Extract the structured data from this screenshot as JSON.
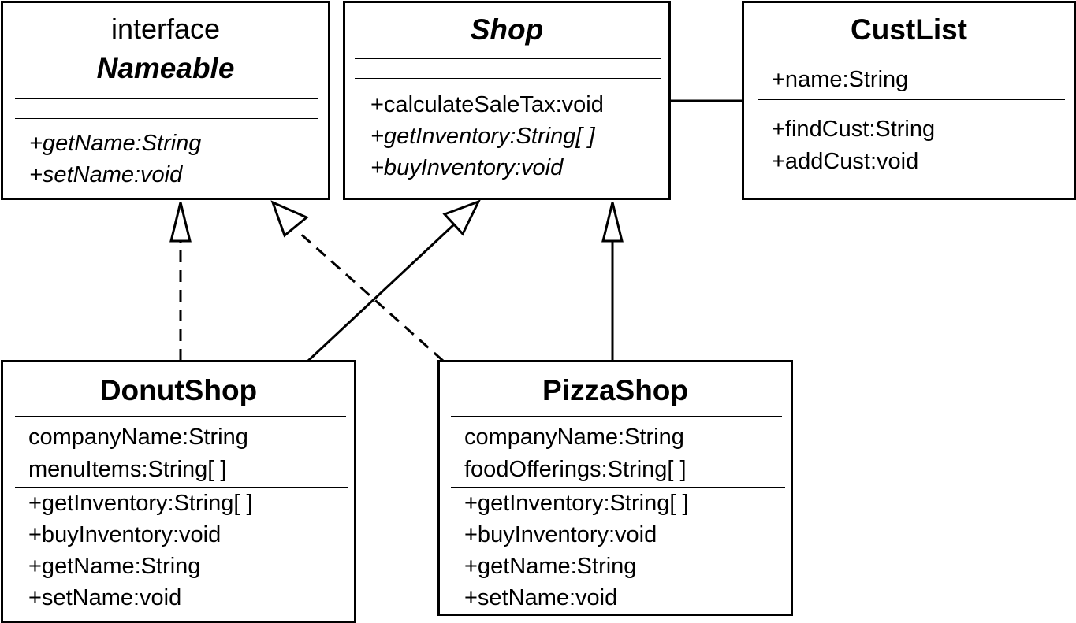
{
  "classes": {
    "nameable": {
      "stereotype": "interface",
      "name": "Nameable",
      "operations": [
        "+getName:String",
        "+setName:void"
      ]
    },
    "shop": {
      "name": "Shop",
      "operations": [
        "+calculateSaleTax:void",
        "+getInventory:String[ ]",
        "+buyInventory:void"
      ]
    },
    "custlist": {
      "name": "CustList",
      "attributes": [
        "+name:String"
      ],
      "operations": [
        "+findCust:String",
        "+addCust:void"
      ]
    },
    "donutshop": {
      "name": "DonutShop",
      "attributes": [
        "companyName:String",
        "menuItems:String[ ]"
      ],
      "operations": [
        "+getInventory:String[ ]",
        "+buyInventory:void",
        "+getName:String",
        "+setName:void"
      ]
    },
    "pizzashop": {
      "name": "PizzaShop",
      "attributes": [
        "companyName:String",
        "foodOfferings:String[ ]"
      ],
      "operations": [
        "+getInventory:String[ ]",
        "+buyInventory:void",
        "+getName:String",
        "+setName:void"
      ]
    }
  },
  "relationships": [
    {
      "type": "realization",
      "from": "DonutShop",
      "to": "Nameable"
    },
    {
      "type": "realization",
      "from": "PizzaShop",
      "to": "Nameable"
    },
    {
      "type": "generalization",
      "from": "DonutShop",
      "to": "Shop"
    },
    {
      "type": "generalization",
      "from": "PizzaShop",
      "to": "Shop"
    },
    {
      "type": "association",
      "from": "Shop",
      "to": "CustList"
    }
  ]
}
